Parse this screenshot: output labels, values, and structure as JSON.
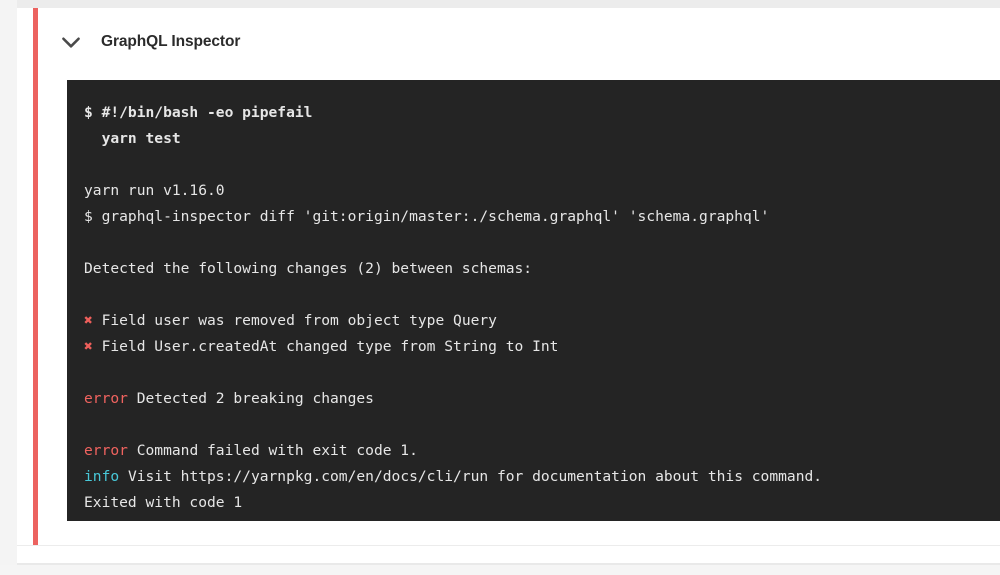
{
  "header": {
    "title": "GraphQL Inspector",
    "collapse_icon": "chevron-down-icon"
  },
  "colors": {
    "accent_bar": "#ec6360",
    "terminal_bg": "#242424",
    "terminal_text": "#e6e6e6",
    "error": "#f0635f",
    "info": "#48c8d8",
    "cross": "#ee5f5b",
    "title": "#2b2b2b",
    "page_bg": "#f4f4f4",
    "card_bg": "#ffffff"
  },
  "terminal": {
    "lines": [
      {
        "id": "cmd-shebang",
        "bold": true,
        "segments": [
          {
            "text": "$ #!/bin/bash -eo pipefail"
          }
        ]
      },
      {
        "id": "cmd-yarn-test",
        "bold": true,
        "segments": [
          {
            "text": "  yarn test"
          }
        ]
      },
      {
        "id": "blank-1",
        "blank": true,
        "segments": [
          {
            "text": " "
          }
        ]
      },
      {
        "id": "yarn-version",
        "segments": [
          {
            "text": "yarn run v1.16.0"
          }
        ]
      },
      {
        "id": "cmd-inspector-diff",
        "segments": [
          {
            "text": "$ graphql-inspector diff 'git:origin/master:./schema.graphql' 'schema.graphql'"
          }
        ]
      },
      {
        "id": "blank-2",
        "blank": true,
        "segments": [
          {
            "text": " "
          }
        ]
      },
      {
        "id": "detected-changes",
        "segments": [
          {
            "text": "Detected the following changes (2) between schemas:"
          }
        ]
      },
      {
        "id": "blank-3",
        "blank": true,
        "segments": [
          {
            "text": " "
          }
        ]
      },
      {
        "id": "change-1",
        "segments": [
          {
            "text": "✖",
            "style": "cross"
          },
          {
            "text": " Field user was removed from object type Query"
          }
        ]
      },
      {
        "id": "change-2",
        "segments": [
          {
            "text": "✖",
            "style": "cross"
          },
          {
            "text": " Field User.createdAt changed type from String to Int"
          }
        ]
      },
      {
        "id": "blank-4",
        "blank": true,
        "segments": [
          {
            "text": " "
          }
        ]
      },
      {
        "id": "error-breaking-changes",
        "segments": [
          {
            "text": "error",
            "style": "error"
          },
          {
            "text": " Detected 2 breaking changes"
          }
        ]
      },
      {
        "id": "blank-5",
        "blank": true,
        "segments": [
          {
            "text": " "
          }
        ]
      },
      {
        "id": "error-command-failed",
        "segments": [
          {
            "text": "error",
            "style": "error"
          },
          {
            "text": " Command failed with exit code 1."
          }
        ]
      },
      {
        "id": "info-visit-docs",
        "segments": [
          {
            "text": "info",
            "style": "info"
          },
          {
            "text": " Visit https://yarnpkg.com/en/docs/cli/run for documentation about this command."
          }
        ]
      },
      {
        "id": "exited-with-code",
        "segments": [
          {
            "text": "Exited with code 1"
          }
        ]
      }
    ]
  }
}
